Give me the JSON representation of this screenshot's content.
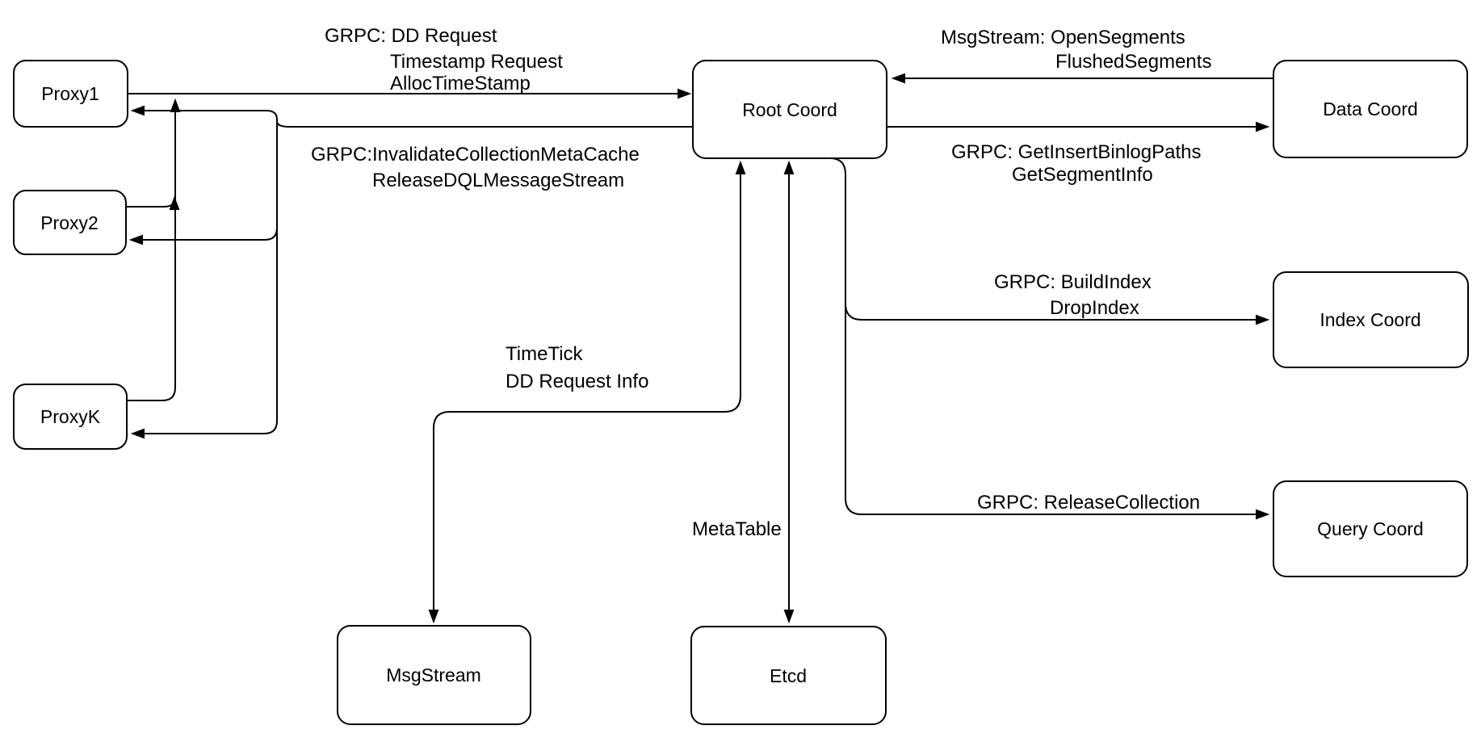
{
  "diagram": {
    "description": "Root Coord architecture diagram",
    "colors": {
      "background": "#ffffff",
      "stroke": "#000000",
      "node_fill": "#ffffff",
      "text": "#000000"
    },
    "nodes": {
      "proxy1": {
        "label": "Proxy1"
      },
      "proxy2": {
        "label": "Proxy2"
      },
      "proxyk": {
        "label": "ProxyK"
      },
      "root_coord": {
        "label": "Root Coord"
      },
      "data_coord": {
        "label": "Data Coord"
      },
      "index_coord": {
        "label": "Index Coord"
      },
      "query_coord": {
        "label": "Query Coord"
      },
      "msgstream": {
        "label": "MsgStream"
      },
      "etcd": {
        "label": "Etcd"
      }
    },
    "edge_labels": {
      "proxies_to_root_coord": [
        "GRPC: DD Request",
        "Timestamp Request",
        "AllocTimeStamp"
      ],
      "root_coord_to_proxies": [
        "GRPC:InvalidateCollectionMetaCache",
        "ReleaseDQLMessageStream"
      ],
      "data_coord_to_root_coord": [
        "MsgStream: OpenSegments",
        "FlushedSegments"
      ],
      "root_coord_to_data_coord": [
        "GRPC: GetInsertBinlogPaths",
        "GetSegmentInfo"
      ],
      "root_coord_to_index_coord": [
        "GRPC: BuildIndex",
        "DropIndex"
      ],
      "root_coord_to_query_coord": [
        "GRPC: ReleaseCollection"
      ],
      "root_coord_to_msgstream": [
        "TimeTick",
        "DD Request Info"
      ],
      "root_coord_to_etcd": [
        "MetaTable"
      ]
    }
  }
}
